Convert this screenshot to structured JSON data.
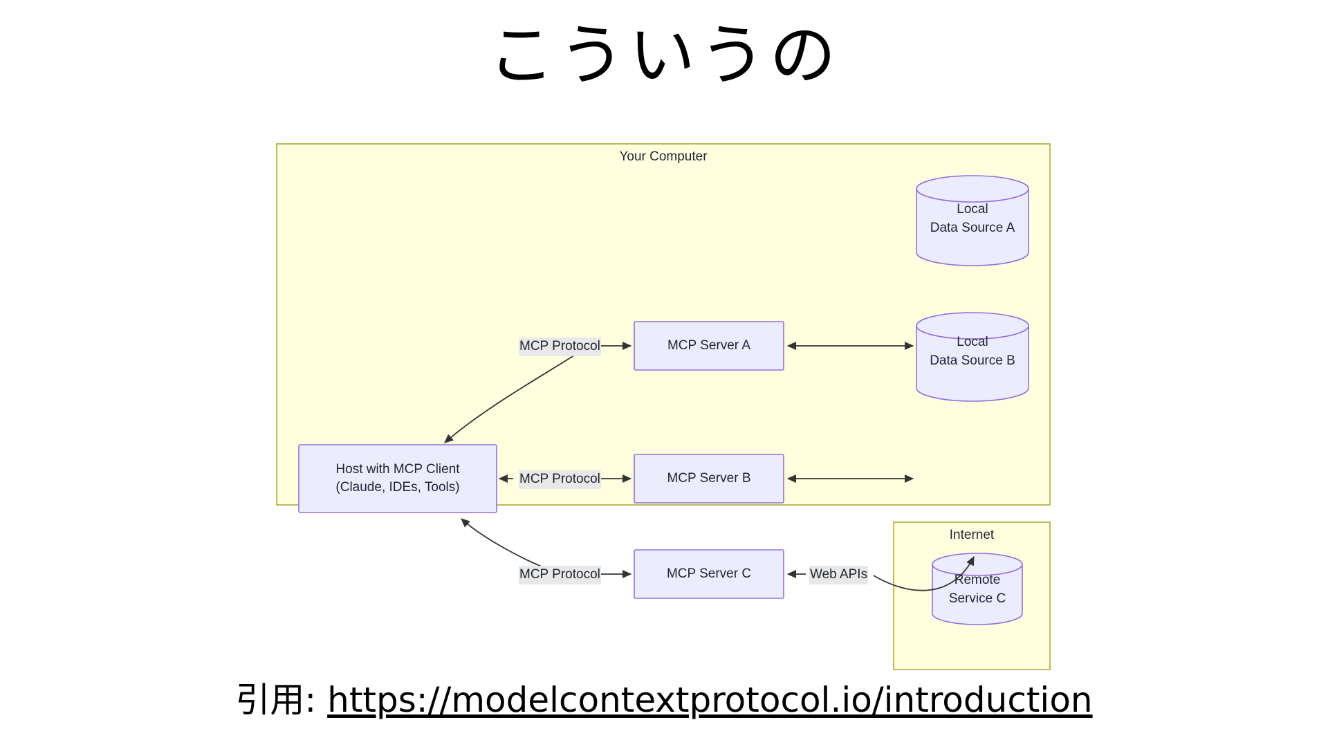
{
  "slide": {
    "title": "こういうの",
    "citation_prefix": "引用: ",
    "citation_url": "https://modelcontextprotocol.io/introduction"
  },
  "colors": {
    "cluster_fill": "#ffffe0",
    "cluster_stroke": "#aaaa33",
    "node_fill": "#ececff",
    "node_stroke": "#9370db",
    "edge_stroke": "#333333",
    "edge_label_bg": "#e8e8e8",
    "text": "#1f2430"
  },
  "diagram": {
    "clusters": [
      {
        "id": "your-computer",
        "label": "Your Computer"
      },
      {
        "id": "internet",
        "label": "Internet"
      }
    ],
    "nodes": [
      {
        "id": "host",
        "shape": "rect",
        "label_lines": [
          "Host with MCP Client",
          "(Claude, IDEs, Tools)"
        ]
      },
      {
        "id": "server-a",
        "shape": "rect",
        "label_lines": [
          "MCP Server A"
        ]
      },
      {
        "id": "server-b",
        "shape": "rect",
        "label_lines": [
          "MCP Server B"
        ]
      },
      {
        "id": "server-c",
        "shape": "rect",
        "label_lines": [
          "MCP Server C"
        ]
      },
      {
        "id": "datasource-a",
        "shape": "cylinder",
        "label_lines": [
          "Local",
          "Data Source A"
        ]
      },
      {
        "id": "datasource-b",
        "shape": "cylinder",
        "label_lines": [
          "Local",
          "Data Source B"
        ]
      },
      {
        "id": "remote-service-c",
        "shape": "cylinder",
        "label_lines": [
          "Remote",
          "Service C"
        ]
      }
    ],
    "edges": [
      {
        "id": "host-server-a",
        "label": "MCP Protocol",
        "from": "host",
        "to": "server-a",
        "style": "curved"
      },
      {
        "id": "host-server-b",
        "label": "MCP Protocol",
        "from": "host",
        "to": "server-b",
        "style": "straight-bidirectional"
      },
      {
        "id": "host-server-c",
        "label": "MCP Protocol",
        "from": "host",
        "to": "server-c",
        "style": "curved"
      },
      {
        "id": "server-a-datasource-a",
        "label": "",
        "from": "server-a",
        "to": "datasource-a",
        "style": "straight-bidirectional"
      },
      {
        "id": "server-b-datasource-b",
        "label": "",
        "from": "server-b",
        "to": "datasource-b",
        "style": "straight-bidirectional"
      },
      {
        "id": "server-c-remote",
        "label": "Web APIs",
        "from": "server-c",
        "to": "remote-service-c",
        "style": "curved"
      }
    ]
  }
}
